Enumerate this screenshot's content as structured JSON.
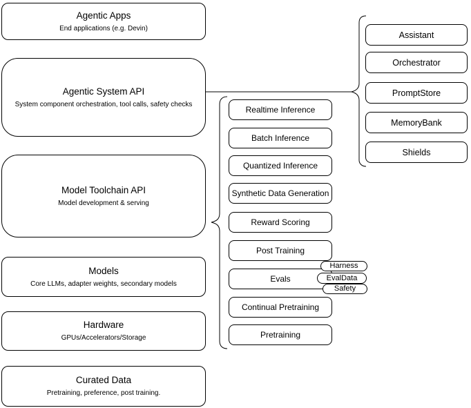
{
  "diagram": {
    "left_stack": [
      {
        "title": "Agentic Apps",
        "subtitle": "End applications (e.g. Devin)"
      },
      {
        "title": "Agentic System API",
        "subtitle": "System component orchestration, tool calls, safety checks"
      },
      {
        "title": "Model Toolchain API",
        "subtitle": "Model development & serving"
      },
      {
        "title": "Models",
        "subtitle": "Core LLMs, adapter weights, secondary models"
      },
      {
        "title": "Hardware",
        "subtitle": "GPUs/Accelerators/Storage"
      },
      {
        "title": "Curated Data",
        "subtitle": "Pretraining, preference, post training."
      }
    ],
    "toolchain_items": [
      "Realtime Inference",
      "Batch Inference",
      "Quantized Inference",
      "Synthetic Data Generation",
      "Reward Scoring",
      "Post Training",
      "Evals",
      "Continual Pretraining",
      "Pretraining"
    ],
    "system_components": [
      "Assistant",
      "Orchestrator",
      "PromptStore",
      "MemoryBank",
      "Shields"
    ],
    "eval_tags": [
      "Harness",
      "EvalData",
      "Safety"
    ],
    "colors": {
      "stroke": "#000000",
      "fill": "#ffffff",
      "text": "#000000"
    }
  }
}
